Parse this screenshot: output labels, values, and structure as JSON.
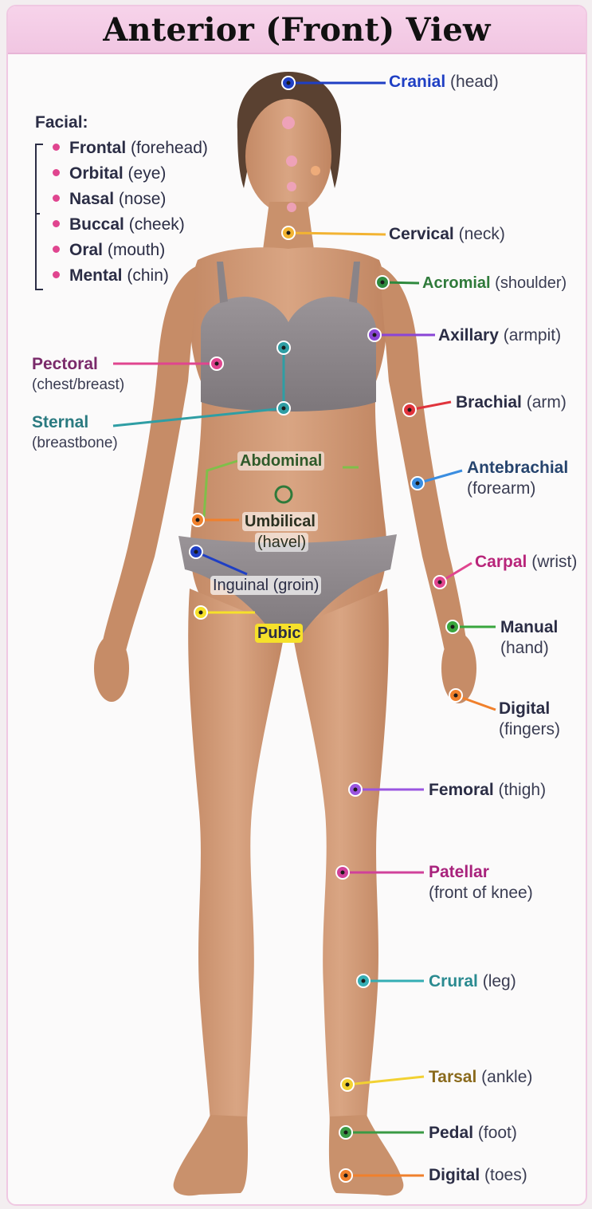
{
  "title": "Anterior (Front) View",
  "facial": {
    "heading": "Facial:",
    "items": [
      {
        "term": "Frontal",
        "desc": "(forehead)"
      },
      {
        "term": "Orbital",
        "desc": "(eye)"
      },
      {
        "term": "Nasal",
        "desc": "(nose)"
      },
      {
        "term": "Buccal",
        "desc": "(cheek)"
      },
      {
        "term": "Oral",
        "desc": "(mouth)"
      },
      {
        "term": "Mental",
        "desc": "(chin)"
      }
    ],
    "dot_color": "#e0458f"
  },
  "labels": {
    "cranial": {
      "term": "Cranial",
      "desc": "(head)",
      "color": "#1f3fc4"
    },
    "cervical": {
      "term": "Cervical",
      "desc": "(neck)",
      "color": "#f2b332"
    },
    "acromial": {
      "term": "Acromial",
      "desc": "(shoulder)",
      "color": "#2f8a3e"
    },
    "axillary": {
      "term": "Axillary",
      "desc": "(armpit)",
      "color": "#8a45d6"
    },
    "brachial": {
      "term": "Brachial",
      "desc": "(arm)",
      "color": "#e0343c"
    },
    "antebrachial": {
      "term": "Antebrachial",
      "desc": "(forearm)",
      "color": "#3a8de0"
    },
    "carpal": {
      "term": "Carpal",
      "desc": "(wrist)",
      "color": "#e0458f"
    },
    "manual": {
      "term": "Manual",
      "desc": "(hand)",
      "color": "#3aa63e"
    },
    "digital_fingers": {
      "term": "Digital",
      "desc": "(fingers)",
      "color": "#f0802c"
    },
    "femoral": {
      "term": "Femoral",
      "desc": "(thigh)",
      "color": "#9a55e0"
    },
    "patellar": {
      "term": "Patellar",
      "desc": "(front of knee)",
      "color": "#d0419a"
    },
    "crural": {
      "term": "Crural",
      "desc": "(leg)",
      "color": "#34aeb4"
    },
    "tarsal": {
      "term": "Tarsal",
      "desc": "(ankle)",
      "color": "#f2d132"
    },
    "pedal": {
      "term": "Pedal",
      "desc": "(foot)",
      "color": "#3a9a44"
    },
    "digital_toes": {
      "term": "Digital",
      "desc": "(toes)",
      "color": "#f0802c"
    },
    "pectoral": {
      "term": "Pectoral",
      "desc": "(chest/breast)",
      "color": "#e0458f"
    },
    "sternal": {
      "term": "Sternal",
      "desc": "(breastbone)",
      "color": "#2f9ea4"
    },
    "abdominal": {
      "term": "Abdominal",
      "color": "#7fbf4a"
    },
    "umbilical": {
      "term": "Umbilical",
      "desc": "(havel)",
      "color": "#f0802c"
    },
    "inguinal": {
      "term": "Inguinal (groin)",
      "color": "#1f3fc4"
    },
    "pubic": {
      "term": "Pubic",
      "color": "#f6e12a"
    }
  }
}
